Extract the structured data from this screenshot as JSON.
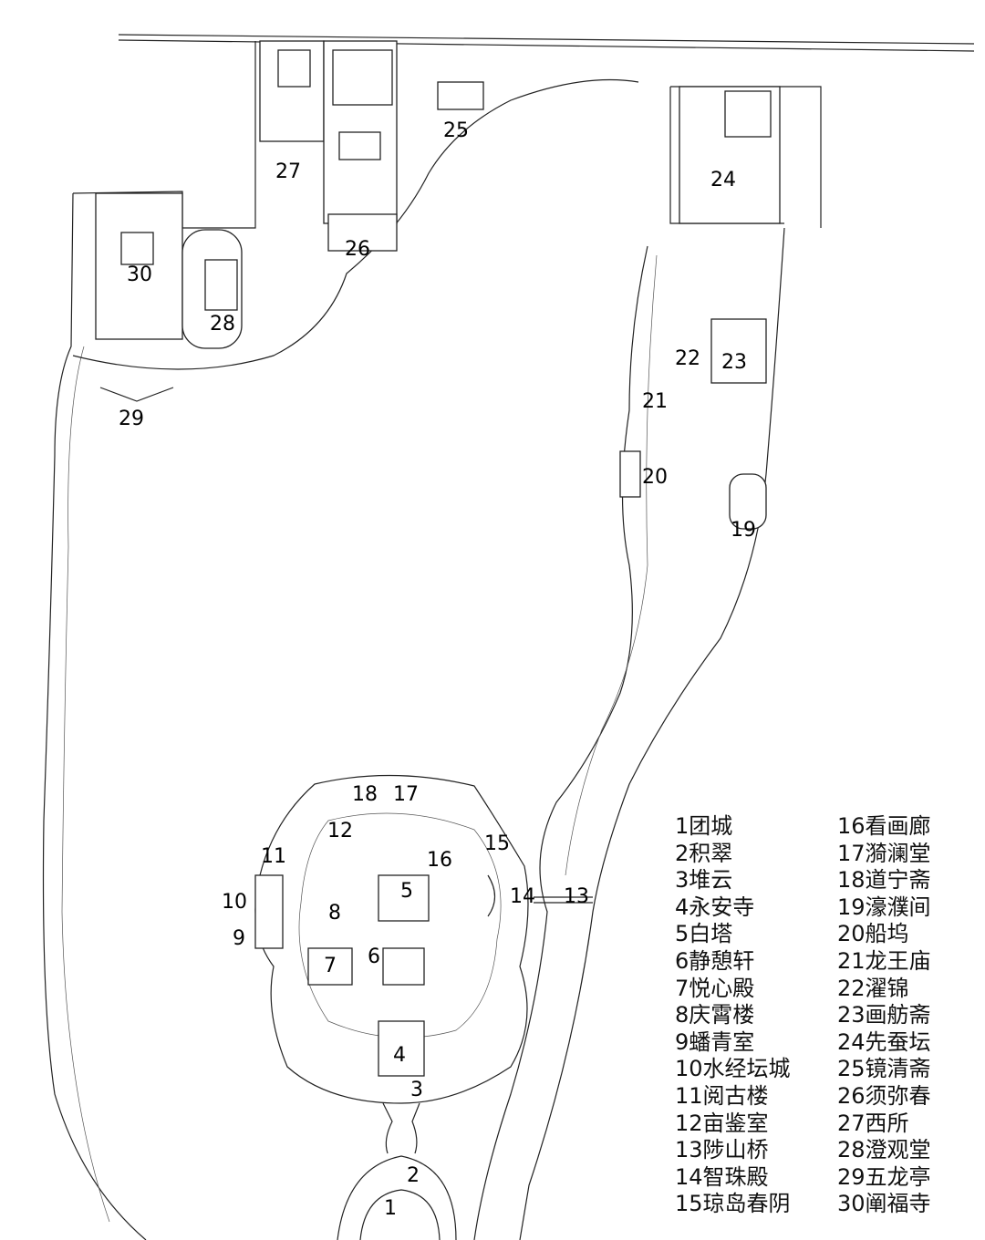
{
  "map": {
    "labels": [
      "1",
      "2",
      "3",
      "4",
      "5",
      "6",
      "7",
      "8",
      "9",
      "10",
      "11",
      "12",
      "13",
      "14",
      "15",
      "16",
      "17",
      "18",
      "19",
      "20",
      "21",
      "22",
      "23",
      "24",
      "25",
      "26",
      "27",
      "28",
      "29",
      "30"
    ]
  },
  "legend": [
    "1团城",
    "2积翠",
    "3堆云",
    "4永安寺",
    "5白塔",
    "6静憩轩",
    "7悦心殿",
    "8庆霄楼",
    "9蟠青室",
    "10水经坛城",
    "11阅古楼",
    "12亩鉴室",
    "13陟山桥",
    "14智珠殿",
    "15琼岛春阴",
    "16看画廊",
    "17漪澜堂",
    "18道宁斋",
    "19濠濮间",
    "20船坞",
    "21龙王庙",
    "22濯锦",
    "23画舫斋",
    "24先蚕坛",
    "25镜清斋",
    "26须弥春",
    "27西所",
    "28澄观堂",
    "29五龙亭",
    "30阐福寺"
  ]
}
